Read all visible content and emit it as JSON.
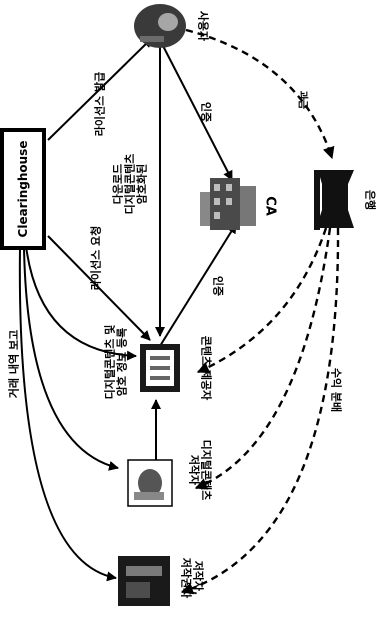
{
  "nodes": {
    "clearinghouse": "Clearinghouse",
    "user": "사용자",
    "ca": "CA",
    "bank": "은행",
    "content_provider": "콘텐츠 제공자",
    "content_author": "디지털콘텐츠 저작자",
    "copyright_holder": "저작자, 저작권자"
  },
  "edges": {
    "license_issue": "라이선스 발급",
    "license_request": "라이선스 요청",
    "encrypted_download": [
      "암호화된",
      "디지털콘텐츠",
      "다운로드"
    ],
    "auth_user": "인증",
    "auth_provider": "인증",
    "billing": "과금",
    "revenue_share": "수익 분배",
    "register": [
      "디지털콘텐츠 및",
      "암호 정보 등록"
    ],
    "transaction_report": "거래 내역 보고"
  },
  "colors": {
    "ink": "#000000",
    "background": "#ffffff"
  }
}
